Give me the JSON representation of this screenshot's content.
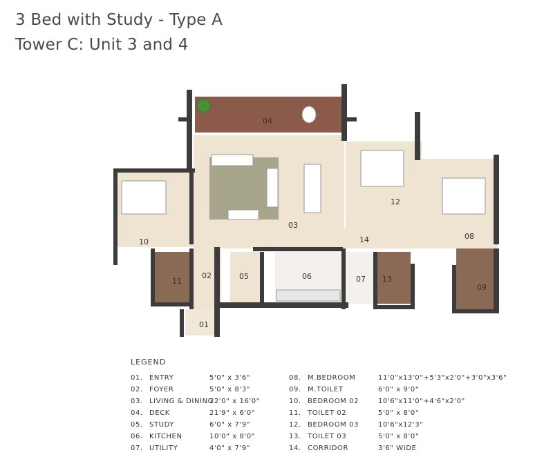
{
  "heading": {
    "line1": "3 Bed with Study - Type A",
    "line2": "Tower C: Unit 3 and 4"
  },
  "rooms": {
    "r01": "01",
    "r02": "02",
    "r03": "03",
    "r04": "04",
    "r05": "05",
    "r06": "06",
    "r07": "07",
    "r08": "08",
    "r09": "09",
    "r10": "10",
    "r11": "11",
    "r12": "12",
    "r13": "13",
    "r14": "14"
  },
  "legend": {
    "title": "LEGEND",
    "left": [
      {
        "num": "01.",
        "name": "ENTRY",
        "size": "5'0\" x 3'6\""
      },
      {
        "num": "02.",
        "name": "FOYER",
        "size": "5'0\" x 8'3\""
      },
      {
        "num": "03.",
        "name": "LIVING & DINING",
        "size": "22'0\" x 16'0\""
      },
      {
        "num": "04.",
        "name": "DECK",
        "size": "21'9\" x 6'0\""
      },
      {
        "num": "05.",
        "name": "STUDY",
        "size": "6'0\" x 7'9\""
      },
      {
        "num": "06.",
        "name": "KITCHEN",
        "size": "10'0\" x 8'0\""
      },
      {
        "num": "07.",
        "name": "UTILITY",
        "size": "4'0\" x 7'9\""
      }
    ],
    "right": [
      {
        "num": "08.",
        "name": "M.BEDROOM",
        "size": "11'0\"x13'0\"+5'3\"x2'0\"+3'0\"x3'6\""
      },
      {
        "num": "09.",
        "name": "M.TOILET",
        "size": "6'0\" x 9'0\""
      },
      {
        "num": "10.",
        "name": "BEDROOM 02",
        "size": "10'6\"x11'0\"+4'6\"x2'0\""
      },
      {
        "num": "11.",
        "name": "TOILET 02",
        "size": "5'0\" x 8'0\""
      },
      {
        "num": "12.",
        "name": "BEDROOM 03",
        "size": "10'6\"x12'3\""
      },
      {
        "num": "13.",
        "name": "TOILET 03",
        "size": "5'0\" x 8'0\""
      },
      {
        "num": "14.",
        "name": "CORRIDOR",
        "size": "3'6\" WIDE"
      }
    ]
  }
}
